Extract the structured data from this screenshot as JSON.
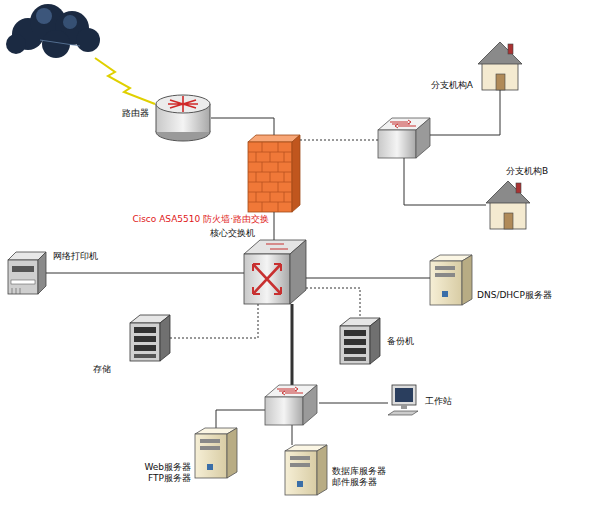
{
  "diagram": {
    "nodes": [
      {
        "text": [
          "路由器"
        ]
      },
      {
        "text": [
          "分支机构A"
        ]
      },
      {
        "text": [
          "Cisco ASA5510 防火墙·路由交换"
        ]
      },
      {
        "text": [
          "分支机构B"
        ]
      },
      {
        "text": [
          "核心交换机"
        ]
      },
      {
        "text": [
          "网络打印机"
        ]
      },
      {
        "text": [
          "DNS/DHCP服务器"
        ]
      },
      {
        "text": [
          "存储"
        ]
      },
      {
        "text": [
          "备份机"
        ]
      },
      {
        "text": [
          "工作站"
        ]
      },
      {
        "text": [
          "Web服务器 FTP服务器"
        ]
      },
      {
        "text": [
          "数据库服务器 邮件服务器"
        ]
      }
    ],
    "edges": [
      {
        "from": 0,
        "to": 2,
        "arrow": "none"
      },
      {
        "from": 2,
        "to": 4,
        "arrow": "none"
      },
      {
        "from": 4,
        "to": 5,
        "arrow": "none"
      },
      {
        "from": 4,
        "to": 6,
        "arrow": "none"
      },
      {
        "from": 4,
        "to": 7,
        "arrow": "none"
      },
      {
        "from": 4,
        "to": 8,
        "arrow": "none"
      }
    ]
  }
}
